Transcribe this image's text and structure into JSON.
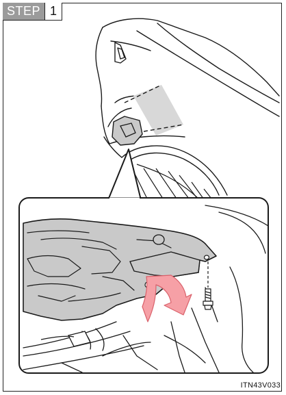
{
  "step": {
    "label": "STEP",
    "number": "1"
  },
  "figure_code": "ITN43V033",
  "colors": {
    "line": "#1a1a1a",
    "cover_fill": "#c9c9c9",
    "arrow_fill": "#f6a0a6",
    "arrow_stroke": "#d9606a",
    "step_bg": "#9b9b9b"
  },
  "icons": [
    "screw-icon",
    "arrow-icon"
  ]
}
